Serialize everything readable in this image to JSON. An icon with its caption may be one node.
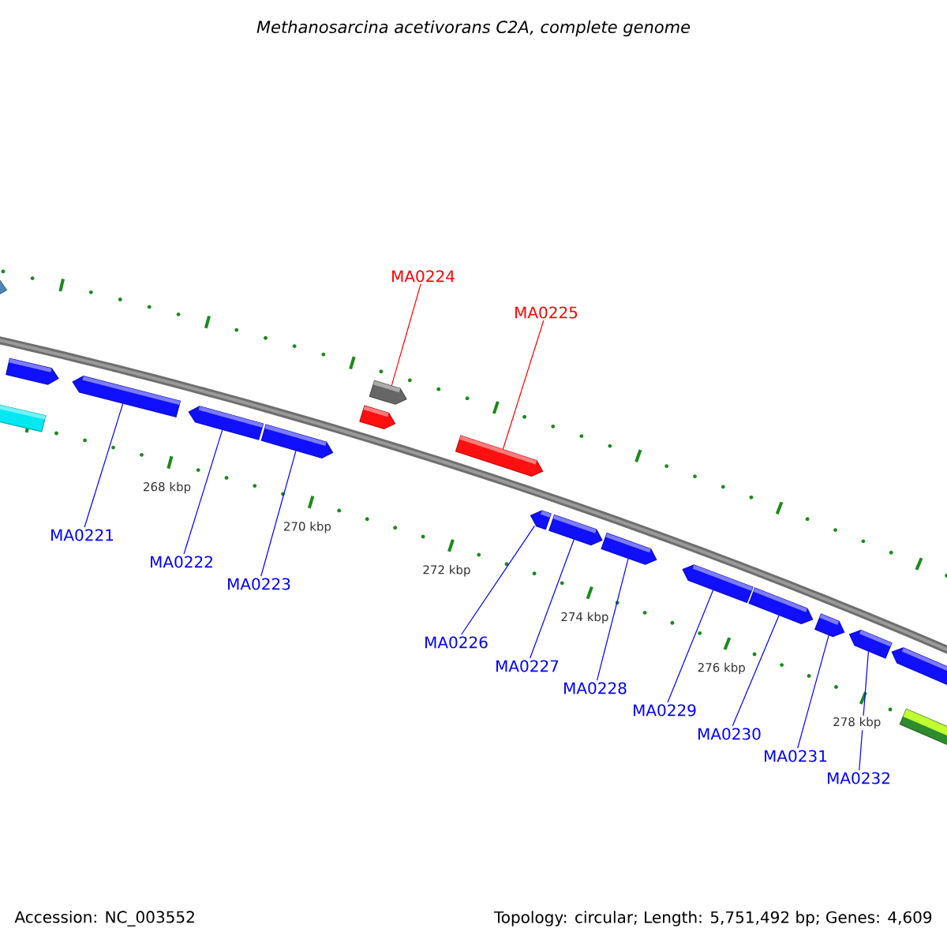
{
  "diagram": {
    "title": "Methanosarcina acetivorans C2A, complete genome",
    "nodes": [
      {
        "text": [
          "MA0224"
        ]
      },
      {
        "text": [
          "MA0225"
        ]
      },
      {
        "text": [
          "MA0221"
        ]
      },
      {
        "text": [
          "MA0222"
        ]
      },
      {
        "text": [
          "MA0223"
        ]
      },
      {
        "text": [
          "MA0226"
        ]
      },
      {
        "text": [
          "MA0227"
        ]
      },
      {
        "text": [
          "MA0228"
        ]
      },
      {
        "text": [
          "MA0229"
        ]
      },
      {
        "text": [
          "MA0230"
        ]
      },
      {
        "text": [
          "MA0231"
        ]
      },
      {
        "text": [
          "MA0232"
        ]
      },
      {
        "text": [],
        "shape": "pentagon"
      },
      {
        "text": [],
        "shape": "box"
      },
      {
        "text": [],
        "shape": "pentagon"
      },
      {
        "text": [],
        "shape": "pentagon"
      },
      {
        "text": [],
        "shape": "pentagon"
      },
      {
        "text": [],
        "shape": "pentagon"
      },
      {
        "text": [],
        "shape": "pentagon"
      },
      {
        "text": [],
        "shape": "pentagon"
      },
      {
        "text": [],
        "shape": "pentagon"
      },
      {
        "text": [],
        "shape": "pentagon"
      },
      {
        "text": [],
        "shape": "pentagon"
      },
      {
        "text": [],
        "shape": "pentagon"
      },
      {
        "text": [],
        "shape": "pentagon"
      },
      {
        "text": [],
        "shape": "pentagon"
      },
      {
        "text": [],
        "shape": "pentagon"
      },
      {
        "text": [],
        "shape": "pentagon"
      },
      {
        "text": [],
        "shape": "pentagon"
      },
      {
        "text": [],
        "shape": "box"
      }
    ],
    "edges": [
      {
        "from": 0,
        "to": 19,
        "arrow": "none",
        "color": "#ff0000"
      },
      {
        "from": 1,
        "to": 20,
        "arrow": "none",
        "color": "#ff0000"
      },
      {
        "from": 2,
        "to": 15,
        "arrow": "none"
      },
      {
        "from": 3,
        "to": 16,
        "arrow": "none"
      },
      {
        "from": 4,
        "to": 17,
        "arrow": "none"
      },
      {
        "from": 5,
        "to": 21,
        "arrow": "none"
      },
      {
        "from": 6,
        "to": 22,
        "arrow": "none"
      },
      {
        "from": 7,
        "to": 23,
        "arrow": "none"
      },
      {
        "from": 8,
        "to": 24,
        "arrow": "none"
      },
      {
        "from": 9,
        "to": 25,
        "arrow": "none"
      },
      {
        "from": 10,
        "to": 26,
        "arrow": "none"
      },
      {
        "from": 11,
        "to": 27,
        "arrow": "none"
      }
    ],
    "labels": [
      "268 kbp",
      "270 kbp",
      "272 kbp",
      "274 kbp",
      "276 kbp",
      "278 kbp",
      "Accession: NC_003552",
      "Topology: circular; Length: 5,751,492 bp; Genes: 4,609"
    ]
  }
}
